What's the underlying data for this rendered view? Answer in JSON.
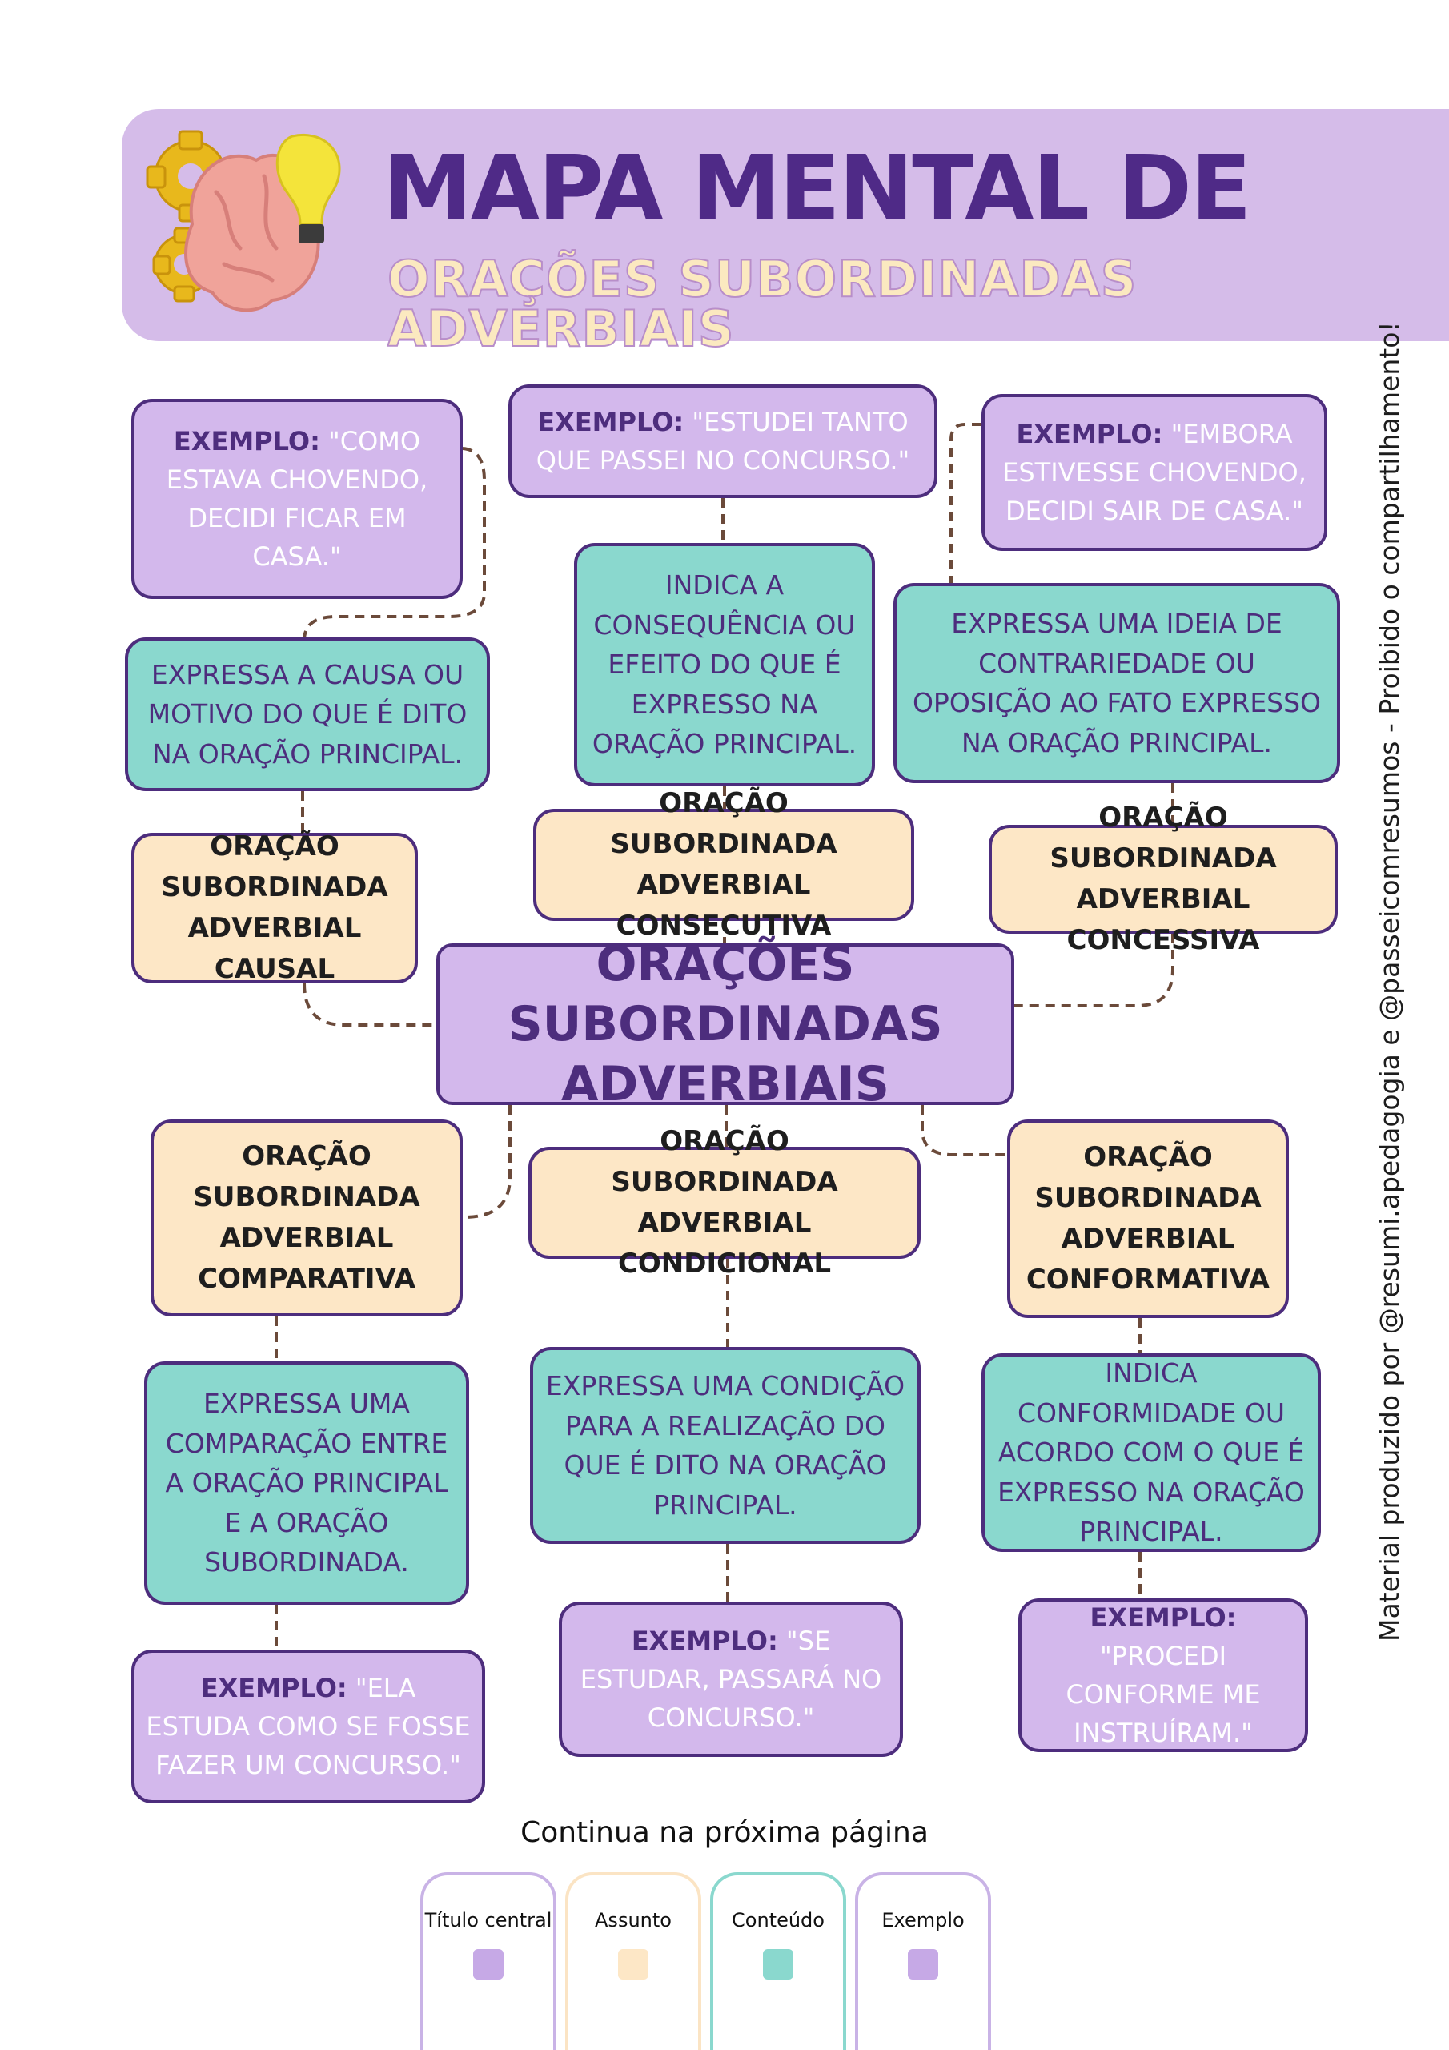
{
  "header": {
    "title_line1": "MAPA MENTAL DE",
    "title_line2": "ORAÇÕES SUBORDINADAS ADVERBIAIS"
  },
  "central": {
    "line1": "ORAÇÕES SUBORDINADAS",
    "line2": "ADVERBIAIS"
  },
  "example_label": "EXEMPLO:",
  "causal": {
    "example": "\"COMO ESTAVA CHOVENDO, DECIDI FICAR EM CASA.\"",
    "content": "EXPRESSA A CAUSA OU MOTIVO DO QUE É DITO NA ORAÇÃO PRINCIPAL.",
    "topic": "ORAÇÃO SUBORDINADA ADVERBIAL CAUSAL"
  },
  "consecutiva": {
    "example": "\"ESTUDEI TANTO QUE PASSEI NO CONCURSO.\"",
    "content": "INDICA A CONSEQUÊNCIA OU EFEITO DO QUE É EXPRESSO NA ORAÇÃO PRINCIPAL.",
    "topic": "ORAÇÃO SUBORDINADA ADVERBIAL CONSECUTIVA"
  },
  "concessiva": {
    "example": "\"EMBORA ESTIVESSE CHOVENDO, DECIDI SAIR DE CASA.\"",
    "content": "EXPRESSA UMA IDEIA DE CONTRARIEDADE OU OPOSIÇÃO AO FATO EXPRESSO NA ORAÇÃO PRINCIPAL.",
    "topic": "ORAÇÃO SUBORDINADA ADVERBIAL CONCESSIVA"
  },
  "comparativa": {
    "topic": "ORAÇÃO SUBORDINADA ADVERBIAL COMPARATIVA",
    "content": "EXPRESSA UMA COMPARAÇÃO ENTRE A ORAÇÃO PRINCIPAL E A ORAÇÃO SUBORDINADA.",
    "example": "\"ELA ESTUDA COMO SE FOSSE FAZER UM CONCURSO.\""
  },
  "condicional": {
    "topic": "ORAÇÃO SUBORDINADA ADVERBIAL CONDICIONAL",
    "content": "EXPRESSA UMA CONDIÇÃO PARA A REALIZAÇÃO DO QUE É DITO NA ORAÇÃO PRINCIPAL.",
    "example": "\"SE ESTUDAR, PASSARÁ NO CONCURSO.\""
  },
  "conformativa": {
    "topic": "ORAÇÃO SUBORDINADA ADVERBIAL CONFORMATIVA",
    "content": "INDICA CONFORMIDADE OU ACORDO COM O QUE É EXPRESSO NA ORAÇÃO PRINCIPAL.",
    "example": "\"PROCEDI CONFORME ME INSTRUÍRAM.\""
  },
  "side_note": "Material produzido por @resumi.apedagogia e @passeicomresumos - Proibido o compartilhamento!",
  "footer": {
    "continue": "Continua na próxima página"
  },
  "legend": [
    {
      "label": "Título central",
      "color": "#c6a9e6"
    },
    {
      "label": "Assunto",
      "color": "#fde7c6"
    },
    {
      "label": "Conteúdo",
      "color": "#8ad8ce"
    },
    {
      "label": "Exemplo",
      "color": "#c6a9e6"
    }
  ],
  "colors": {
    "header_bg": "#d5bce9",
    "title_purple": "#4f2a87",
    "example_bg": "#d3b8ec",
    "content_bg": "#8ad8ce",
    "topic_bg": "#fde7c6",
    "border": "#4d2d7d",
    "connector": "#6b4a3a"
  }
}
